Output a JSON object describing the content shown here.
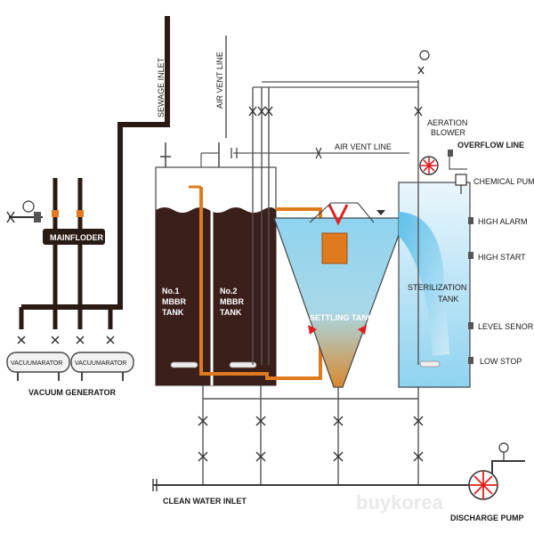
{
  "labels": {
    "sewage_inlet": "SEWAGE INLET",
    "air_vent_line_vertical": "AIR VENT LINE",
    "air_vent_line_horizontal": "AIR VENT LINE",
    "aeration_blower": "AERATION\nBLOWER",
    "overflow_line": "OVERFLOW LINE",
    "chemical_pump": "CHEMICAL PUMP",
    "high_alarm": "HIGH ALARM",
    "high_start": "HIGH START",
    "sterilization_tank": "STERILIZATION\nTANK",
    "level_sensor": "LEVEL SENOR",
    "low_stop": "LOW STOP",
    "mainfloder": "MAINFLODER",
    "mbbr1": "No.1\nMBBR\nTANK",
    "mbbr2": "No.2\nMBBR\nTANK",
    "settling_tank": "SETTLING TANK",
    "vacuumarator_1": "VACUUMARATOR",
    "vacuumarator_2": "VACUUMARATOR",
    "vacuum_generator": "VACUUM GENERATOR",
    "clean_water_inlet": "CLEAN WATER INLET",
    "discharge_pump": "DISCHARGE PUMP",
    "watermark": "buykorea"
  },
  "colors": {
    "sludge": "#3b1f1a",
    "water_top": "#8fd3f0",
    "water_bottom": "#d98a2e",
    "pipe_orange": "#e07a1e",
    "pipe_dark": "#2a1a14",
    "accent_red": "#e02020"
  }
}
